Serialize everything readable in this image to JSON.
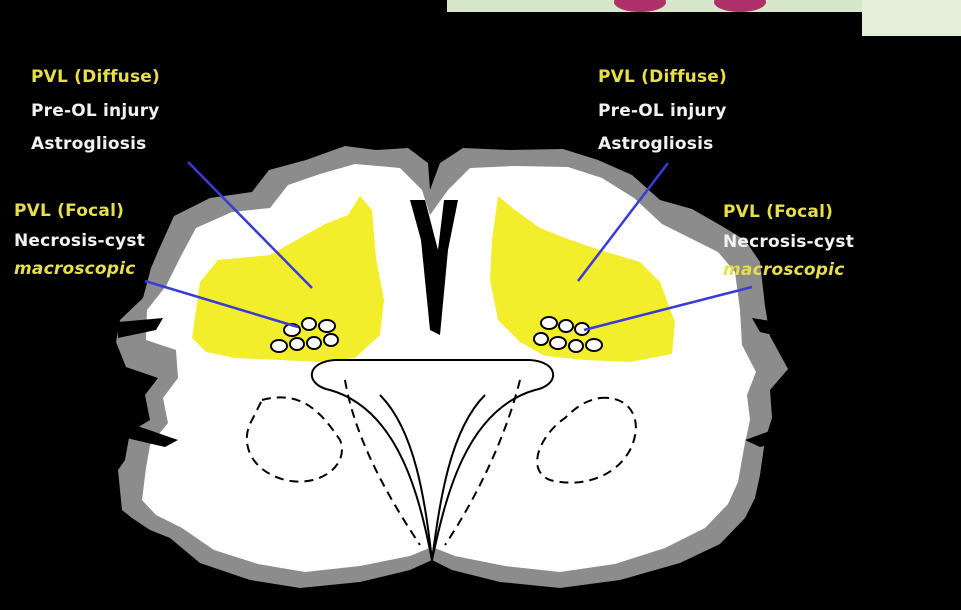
{
  "colors": {
    "background": "#000000",
    "cortex_gray": "#8c8c8c",
    "white_matter": "#ffffff",
    "injury_yellow": "#f2ee2b",
    "label_yellow": "#e6df4a",
    "label_white": "#f2f2f2",
    "pointer_line": "#3b3bd6"
  },
  "left": {
    "diffuse_title": "PVL (Diffuse)",
    "diffuse_line1": "Pre-OL injury",
    "diffuse_line2": "Astrogliosis",
    "focal_title": "PVL (Focal)",
    "focal_line1": "Necrosis-cyst",
    "focal_line2": "macroscopic"
  },
  "right": {
    "diffuse_title": "PVL (Diffuse)",
    "diffuse_line1": "Pre-OL injury",
    "diffuse_line2": "Astrogliosis",
    "focal_title": "PVL (Focal)",
    "focal_line1": "Necrosis-cyst",
    "focal_line2": "macroscopic"
  }
}
